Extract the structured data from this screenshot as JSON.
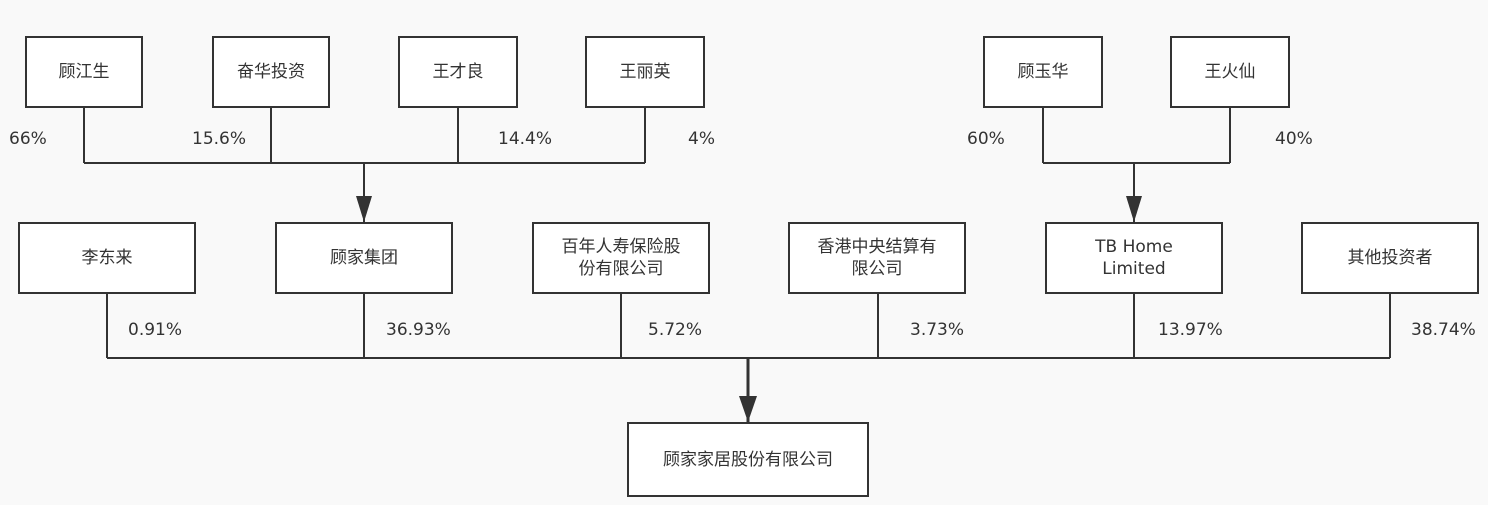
{
  "diagram": {
    "top_left_owners": [
      "顾江生",
      "奋华投资",
      "王才良",
      "王丽英"
    ],
    "top_left_percents": [
      "66%",
      "15.6%",
      "14.4%",
      "4%"
    ],
    "top_right_owners": [
      "顾玉华",
      "王火仙"
    ],
    "top_right_percents": [
      "60%",
      "40%"
    ],
    "middle_shareholders": [
      "李东来",
      "顾家集团",
      "百年人寿保险股\n份有限公司",
      "香港中央结算有\n限公司",
      "TB Home\nLimited",
      "其他投资者"
    ],
    "middle_percents": [
      "0.91%",
      "36.93%",
      "5.72%",
      "3.73%",
      "13.97%",
      "38.74%"
    ],
    "target_company": "顾家家居股份有限公司"
  }
}
